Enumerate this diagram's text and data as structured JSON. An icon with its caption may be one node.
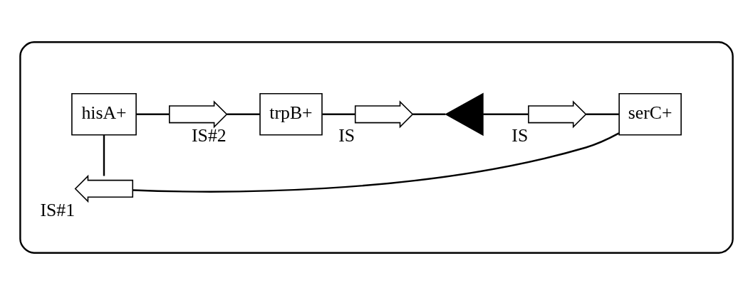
{
  "diagram": {
    "nodes": [
      {
        "text": [],
        "shape": "box"
      },
      {
        "text": [
          "hisA+"
        ],
        "in": 0
      },
      {
        "text": [],
        "shape": "arrow",
        "beside": [
          "IS#2"
        ],
        "in": 0
      },
      {
        "text": [
          "trpB+"
        ],
        "in": 0
      },
      {
        "text": [],
        "shape": "arrow",
        "beside": [
          "IS"
        ],
        "in": 0
      },
      {
        "text": [],
        "shape": "triangle",
        "in": 0
      },
      {
        "text": [],
        "shape": "arrow",
        "beside": [
          "IS"
        ],
        "in": 0
      },
      {
        "text": [
          "serC+"
        ],
        "in": 0
      },
      {
        "text": [],
        "shape": "arrow",
        "beside": [
          "IS#1"
        ],
        "in": 0
      }
    ],
    "edges": [
      {
        "from": 1,
        "to": 2,
        "arrow": "none"
      },
      {
        "from": 2,
        "to": 3,
        "arrow": "none"
      },
      {
        "from": 3,
        "to": 4,
        "arrow": "none"
      },
      {
        "from": 4,
        "to": 5,
        "arrow": "none"
      },
      {
        "from": 5,
        "to": 6,
        "arrow": "none"
      },
      {
        "from": 6,
        "to": 7,
        "arrow": "none"
      },
      {
        "from": 7,
        "to": 8,
        "arrow": "none"
      },
      {
        "from": 8,
        "to": 1,
        "arrow": "none"
      }
    ]
  }
}
